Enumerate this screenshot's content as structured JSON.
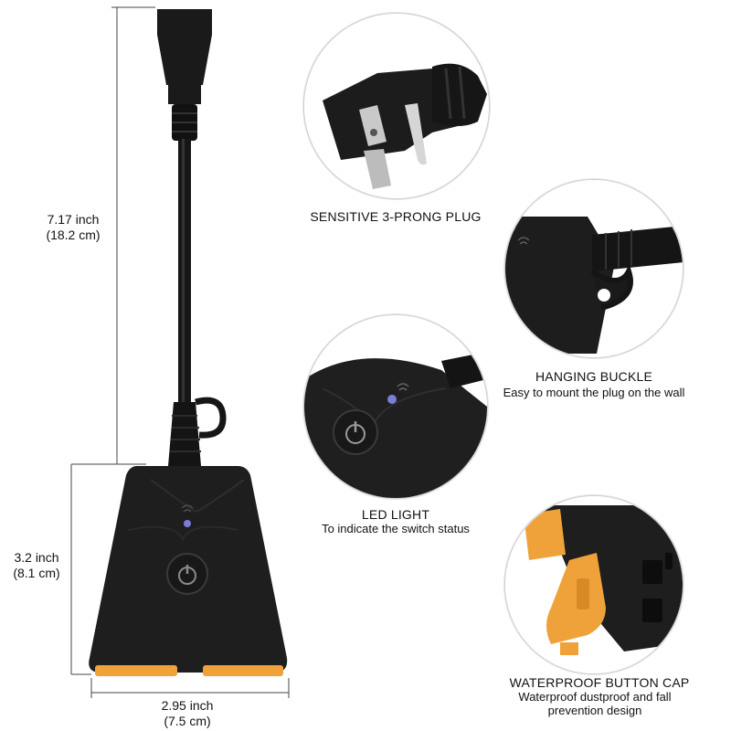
{
  "dimensions": {
    "cord_length": {
      "inch": "7.17 inch",
      "cm": "(18.2 cm)"
    },
    "body_height": {
      "inch": "3.2 inch",
      "cm": "(8.1 cm)"
    },
    "body_width": {
      "inch": "2.95 inch",
      "cm": "(7.5 cm)"
    }
  },
  "features": [
    {
      "title": "SENSITIVE 3-PRONG PLUG",
      "description": ""
    },
    {
      "title": "HANGING BUCKLE",
      "description": "Easy to mount the plug on the wall"
    },
    {
      "title": "LED LIGHT",
      "description": "To indicate the switch status"
    },
    {
      "title": "WATERPROOF BUTTON CAP",
      "description": "Waterproof dustproof and fall prevention design"
    }
  ],
  "colors": {
    "device_body": "#1e1e1e",
    "cap_accent": "#f0a23a",
    "led": "#7a7fd6"
  }
}
